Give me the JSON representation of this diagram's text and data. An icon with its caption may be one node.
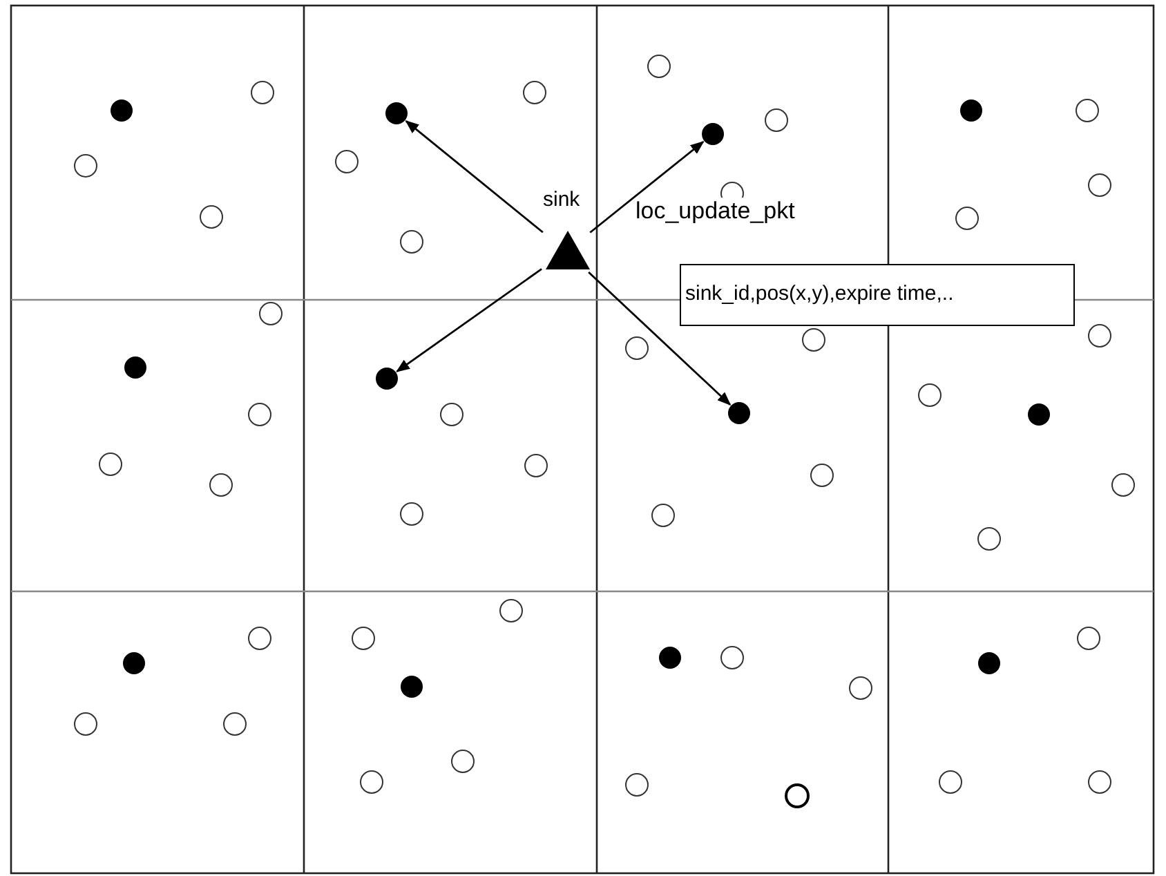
{
  "diagram": {
    "nodes": [
      {
        "text": [
          "sink"
        ]
      },
      {
        "text": [],
        "shape": "circle"
      },
      {
        "text": [],
        "shape": "circle"
      },
      {
        "text": [],
        "shape": "circle"
      },
      {
        "text": [],
        "shape": "circle"
      },
      {
        "text": [
          "sink_id,pos(x,y),expire time,.."
        ]
      }
    ],
    "edges": [
      {
        "from": 0,
        "to": 1,
        "arrow": "to"
      },
      {
        "from": 0,
        "to": 2,
        "arrow": "to",
        "label": "loc_update_pkt"
      },
      {
        "from": 0,
        "to": 3,
        "arrow": "to"
      },
      {
        "from": 0,
        "to": 4,
        "arrow": "to"
      }
    ]
  }
}
